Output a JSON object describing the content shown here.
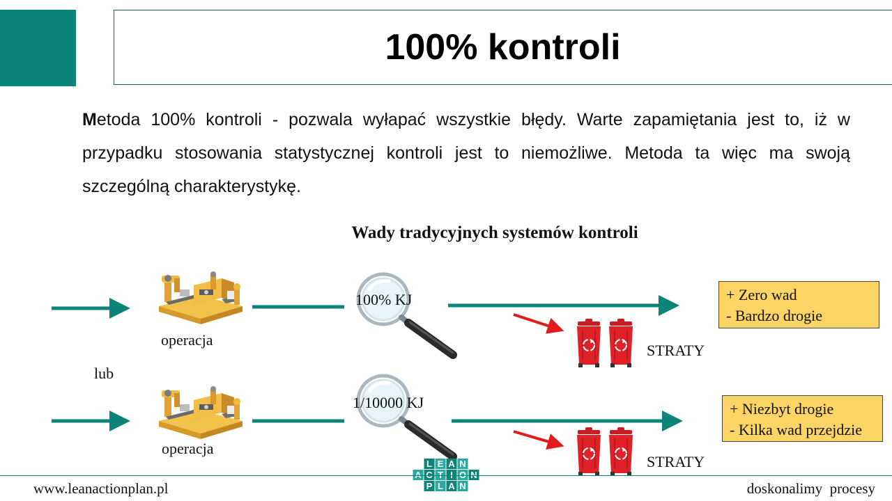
{
  "header": {
    "title": "100% kontroli"
  },
  "intro": {
    "first_letter": "M",
    "text": "etoda 100% kontroli - pozwala wyłapać wszystkie błędy. Warte zapamiętania jest to, iż w przypadku stosowania statystycznej kontroli jest to niemożliwe. Metoda ta więc ma swoją szczególną charakterystykę."
  },
  "diagram": {
    "title": "Wady tradycyjnych systemów kontroli",
    "separator_label": "lub",
    "rows": [
      {
        "operation_label": "operacja",
        "inspection_label": "100% KJ",
        "waste_label": "STRATY",
        "pros_cons": [
          "+ Zero wad",
          "- Bardzo drogie"
        ]
      },
      {
        "operation_label": "operacja",
        "inspection_label": "1/10000 KJ",
        "waste_label": "STRATY",
        "pros_cons": [
          "+ Niezbyt drogie",
          "- Kilka wad przejdzie"
        ]
      }
    ]
  },
  "logo": {
    "rows": [
      [
        "L",
        "E",
        "A",
        "N"
      ],
      [
        "A",
        "C",
        "T",
        "I",
        "O",
        "N"
      ],
      [
        "P",
        "L",
        "A",
        "N"
      ]
    ]
  },
  "footer": {
    "left": "www.leanactionplan.pl",
    "right": "doskonalimy  procesy"
  },
  "colors": {
    "teal": "#0d8478",
    "info_box": "#fdd565",
    "bin": "#e02228",
    "red_arrow": "#e21c1c"
  }
}
